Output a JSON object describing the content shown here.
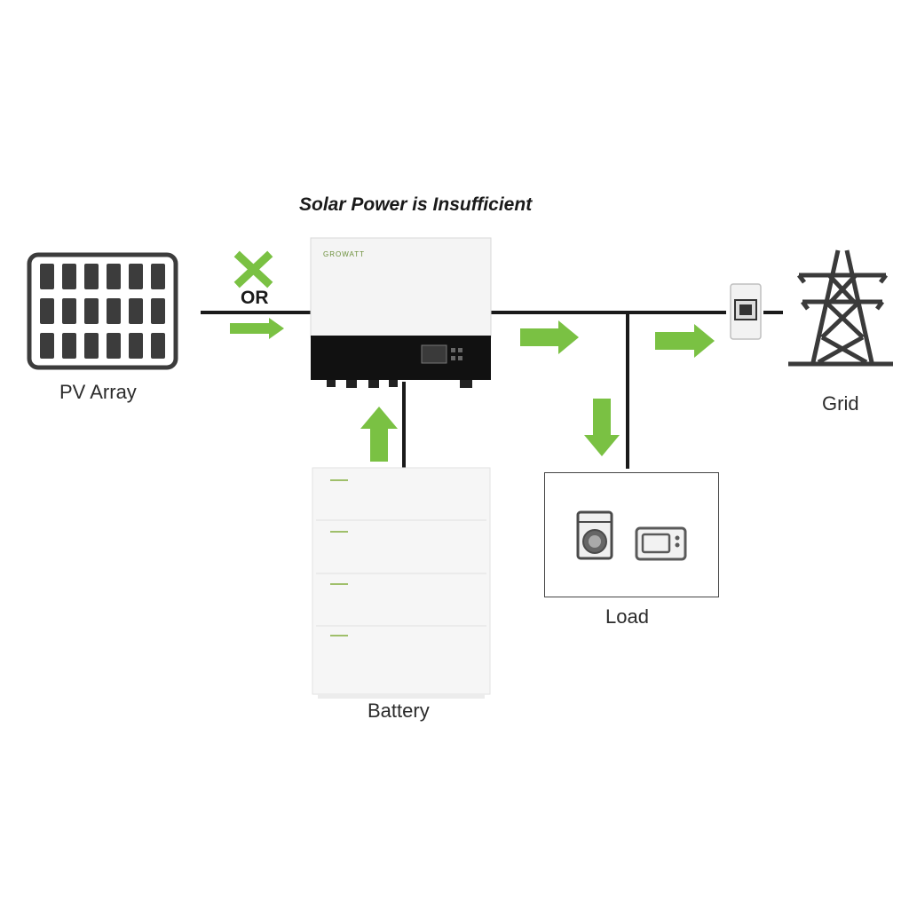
{
  "title": "Solar Power is Insufficient",
  "or_label": "OR",
  "brand": "GROWATT",
  "labels": {
    "pv_array": "PV Array",
    "grid": "Grid",
    "load": "Load",
    "battery": "Battery"
  },
  "colors": {
    "arrow_green": "#7ac143",
    "line": "#1a1a1a",
    "inverter_body": "#f4f4f4",
    "inverter_panel": "#111111",
    "battery_body": "#f6f6f6"
  },
  "icons": [
    "solar-panel-icon",
    "cross-icon",
    "inverter-icon",
    "battery-icon",
    "meter-icon",
    "pylon-icon",
    "washing-machine-icon",
    "microwave-icon"
  ]
}
